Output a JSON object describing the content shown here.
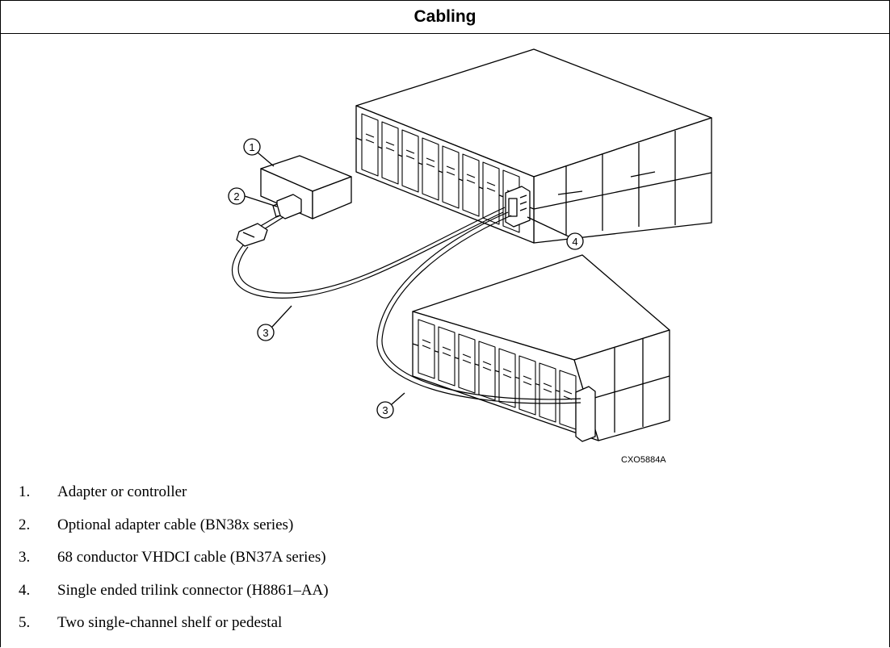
{
  "header": {
    "title": "Cabling"
  },
  "figure": {
    "id_label": "CXO5884A",
    "callouts": [
      "1",
      "2",
      "3",
      "4",
      "3"
    ]
  },
  "legend": [
    {
      "num": "1.",
      "text": "Adapter or controller"
    },
    {
      "num": "2.",
      "text": "Optional adapter cable (BN38x series)"
    },
    {
      "num": "3.",
      "text": "68 conductor VHDCI cable (BN37A series)"
    },
    {
      "num": "4.",
      "text": "Single ended trilink connector (H8861–AA)"
    },
    {
      "num": "5.",
      "text": "Two single-channel shelf or pedestal"
    }
  ]
}
